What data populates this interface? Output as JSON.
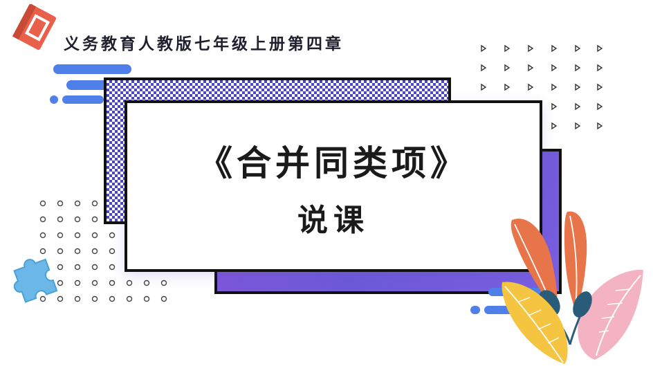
{
  "header": {
    "subtitle": "义务教育人教版七年级上册第四章"
  },
  "card": {
    "title": "《合并同类项》",
    "subtitle": "说课"
  },
  "icons": {
    "book": "book-icon",
    "puzzle": "puzzle-piece-icon",
    "leaves": "leaves-decoration",
    "triangles": "triangle-dot-grid",
    "circles": "circle-dot-grid"
  },
  "colors": {
    "accent_purple": "#7b5fe0",
    "accent_blue": "#4f7fe8",
    "book_red": "#e8604a",
    "puzzle_blue": "#6bb8e8",
    "leaf_orange": "#e8744a",
    "leaf_yellow": "#f5c542",
    "leaf_pink": "#f4b3c2",
    "leaf_teal": "#2a5c7a"
  }
}
